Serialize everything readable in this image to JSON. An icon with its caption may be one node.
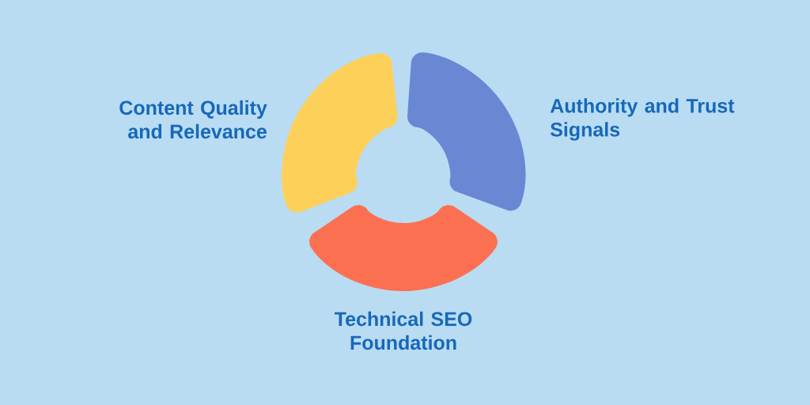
{
  "diagram": {
    "nodes": [
      {
        "text": [
          "Content Quality and Relevance"
        ]
      },
      {
        "text": [
          "Authority and Trust Signals"
        ]
      },
      {
        "text": [
          "Technical SEO Foundation"
        ]
      }
    ]
  }
}
